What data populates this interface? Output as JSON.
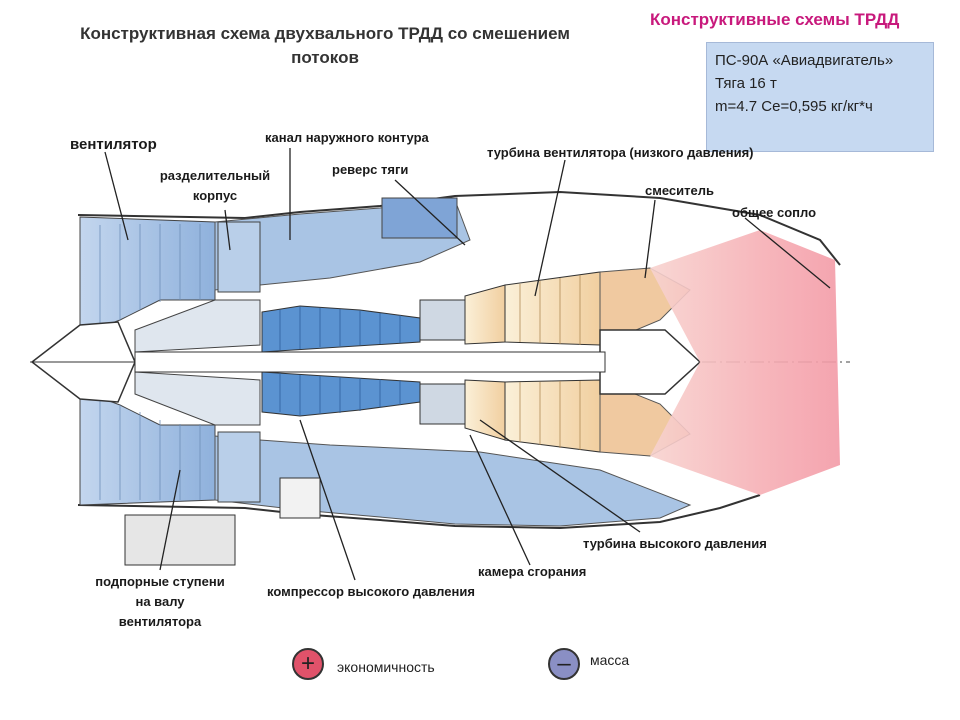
{
  "title": "Конструктивная схема двухвального ТРДД со смешением\nпотоков",
  "corner_title": "Конструктивные схемы ТРДД",
  "spec": {
    "line1": "ПС-90А «Авиадвигатель»",
    "line2": "Тяга 16 т",
    "line3": "m=4.7   Се=0,595 кг/кг*ч"
  },
  "labels": {
    "fan": "вентилятор",
    "splitter": "разделительный\nкорпус",
    "outer_duct": "канал наружного контура",
    "reverser": "реверс тяги",
    "lp_turbine": "турбина вентилятора (низкого давления)",
    "mixer": "смеситель",
    "nozzle": "общее сопло",
    "booster": "подпорные ступени\nна валу\nвентилятора",
    "hp_compressor": "компрессор высокого давления",
    "combustor": "камера сгорания",
    "hp_turbine": "турбина высокого давления"
  },
  "legend": {
    "plus_symbol": "+",
    "plus_label": "экономичность",
    "minus_symbol": "–",
    "minus_label": "масса"
  },
  "colors": {
    "duct_blue": "#a9c4e4",
    "compressor_blue": "#5b93d1",
    "turbine_yellow": "#f6e2bf",
    "exhaust_pink": "#f4a5ad",
    "legend_plus": "#e0526a",
    "legend_minus": "#8a8fc4"
  }
}
